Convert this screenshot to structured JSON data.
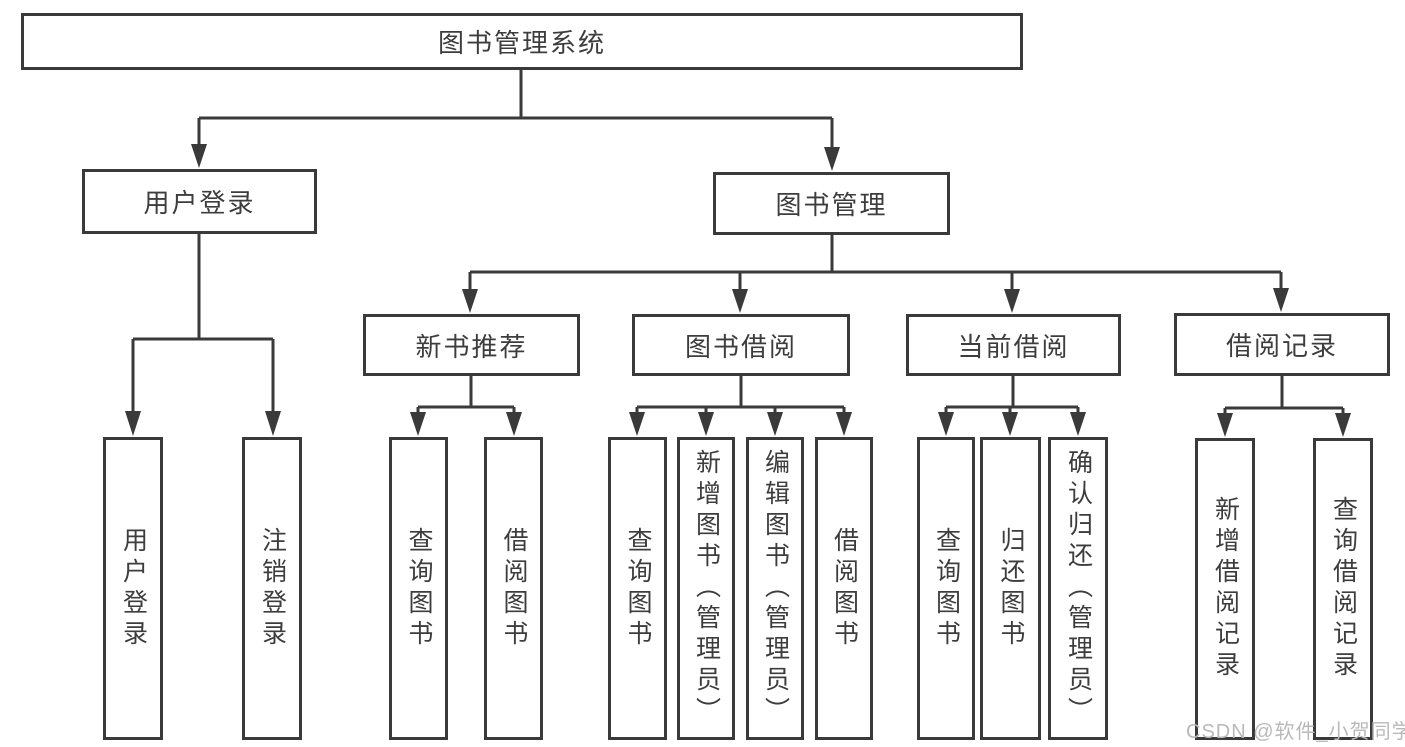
{
  "diagram": {
    "root": "图书管理系统",
    "login": {
      "label": "用户登录",
      "children": [
        "用户登录",
        "注销登录"
      ]
    },
    "management": {
      "label": "图书管理",
      "groups": [
        {
          "label": "新书推荐",
          "children": [
            "查询图书",
            "借阅图书"
          ]
        },
        {
          "label": "图书借阅",
          "children": [
            "查询图书",
            "新增图书（管理员）",
            "编辑图书（管理员）",
            "借阅图书"
          ]
        },
        {
          "label": "当前借阅",
          "children": [
            "查询图书",
            "归还图书",
            "确认归还（管理员）"
          ]
        },
        {
          "label": "借阅记录",
          "children": [
            "新增借阅记录",
            "查询借阅记录"
          ]
        }
      ]
    }
  },
  "watermark": "CSDN @软件_小贺同学",
  "colors": {
    "line_color": "#3a3a3a",
    "text_color": "#3d3d3d",
    "box_bg": "#ffffff",
    "watermark_color": "#b9b9b9",
    "page_bg": "#ffffff"
  }
}
